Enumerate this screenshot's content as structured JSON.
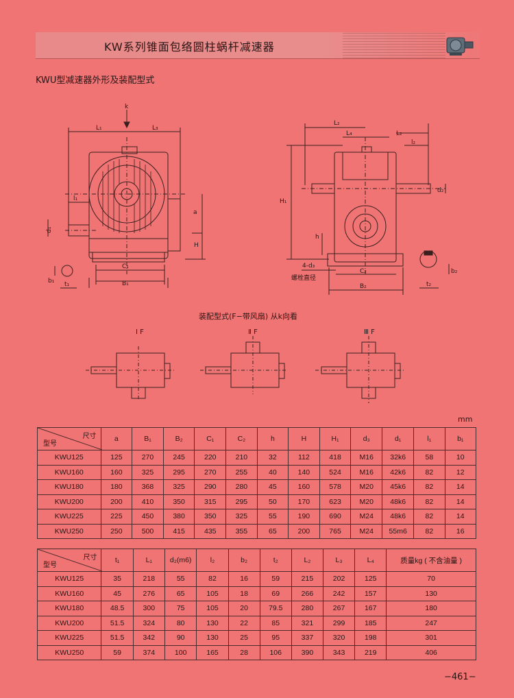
{
  "header": {
    "title": "KW系列锥面包络圆柱蜗杆减速器"
  },
  "section_title": "KWU型减速器外形及装配型式",
  "drawing": {
    "left_labels": {
      "k": "k",
      "L1": "L₁",
      "L3": "L₃",
      "l1": "l₁",
      "a": "a",
      "d1": "d₁",
      "H": "H",
      "C1": "C₁",
      "B1": "B₁",
      "b1": "b₁",
      "t1": "t₁"
    },
    "right_labels": {
      "L2a": "L₂",
      "L4": "L₄",
      "L2b": "L₂",
      "l2": "l₂",
      "H1": "H₁",
      "d2": "d₂",
      "h": "h",
      "d3": "4-d₃",
      "bolt": "螺栓直径",
      "C2": "C₂",
      "B2": "B₂",
      "b2": "b₂",
      "t2": "t₂"
    }
  },
  "assembly": {
    "title": "装配型式(F−带风扇) 从k向看",
    "types": [
      "Ⅰ F",
      "Ⅱ F",
      "Ⅲ F"
    ]
  },
  "unit": "mm",
  "table1": {
    "corner_top": "尺寸",
    "corner_bottom": "型号",
    "columns": [
      "a",
      "B₁",
      "B₂",
      "C₁",
      "C₂",
      "h",
      "H",
      "H₁",
      "d₃",
      "d₁",
      "l₁",
      "b₁"
    ],
    "rows": [
      [
        "KWU125",
        "125",
        "270",
        "245",
        "220",
        "210",
        "32",
        "112",
        "418",
        "M16",
        "32k6",
        "58",
        "10"
      ],
      [
        "KWU160",
        "160",
        "325",
        "295",
        "270",
        "255",
        "40",
        "140",
        "524",
        "M16",
        "42k6",
        "82",
        "12"
      ],
      [
        "KWU180",
        "180",
        "368",
        "325",
        "290",
        "280",
        "45",
        "160",
        "578",
        "M20",
        "45k6",
        "82",
        "14"
      ],
      [
        "KWU200",
        "200",
        "410",
        "350",
        "315",
        "295",
        "50",
        "170",
        "623",
        "M20",
        "48k6",
        "82",
        "14"
      ],
      [
        "KWU225",
        "225",
        "450",
        "380",
        "350",
        "325",
        "55",
        "190",
        "690",
        "M24",
        "48k6",
        "82",
        "14"
      ],
      [
        "KWU250",
        "250",
        "500",
        "415",
        "435",
        "355",
        "65",
        "200",
        "765",
        "M24",
        "55m6",
        "82",
        "16"
      ]
    ]
  },
  "table2": {
    "corner_top": "尺寸",
    "corner_bottom": "型号",
    "columns": [
      "t₁",
      "L₁",
      "d₂(m6)",
      "l₂",
      "b₂",
      "t₂",
      "L₂",
      "L₃",
      "L₄",
      "质量kg ( 不含油量 )"
    ],
    "rows": [
      [
        "KWU125",
        "35",
        "218",
        "55",
        "82",
        "16",
        "59",
        "215",
        "202",
        "125",
        "70"
      ],
      [
        "KWU160",
        "45",
        "276",
        "65",
        "105",
        "18",
        "69",
        "266",
        "242",
        "157",
        "130"
      ],
      [
        "KWU180",
        "48.5",
        "300",
        "75",
        "105",
        "20",
        "79.5",
        "280",
        "267",
        "167",
        "180"
      ],
      [
        "KWU200",
        "51.5",
        "324",
        "80",
        "130",
        "22",
        "85",
        "321",
        "299",
        "185",
        "247"
      ],
      [
        "KWU225",
        "51.5",
        "342",
        "90",
        "130",
        "25",
        "95",
        "337",
        "320",
        "198",
        "301"
      ],
      [
        "KWU250",
        "59",
        "374",
        "100",
        "165",
        "28",
        "106",
        "390",
        "343",
        "219",
        "406"
      ]
    ]
  },
  "page_number": "−461−"
}
